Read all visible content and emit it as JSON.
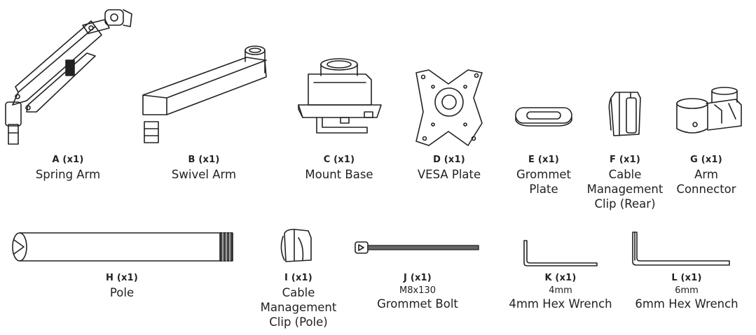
{
  "parts": [
    {
      "id": "A",
      "code": "A (x1)",
      "name": "Spring Arm",
      "icon": "spring-arm-icon"
    },
    {
      "id": "B",
      "code": "B (x1)",
      "name": "Swivel Arm",
      "icon": "swivel-arm-icon"
    },
    {
      "id": "C",
      "code": "C (x1)",
      "name": "Mount Base",
      "icon": "mount-base-icon"
    },
    {
      "id": "D",
      "code": "D (x1)",
      "name": "VESA Plate",
      "icon": "vesa-plate-icon"
    },
    {
      "id": "E",
      "code": "E (x1)",
      "name": "Grommet\nPlate",
      "icon": "grommet-plate-icon"
    },
    {
      "id": "F",
      "code": "F (x1)",
      "name": "Cable\nManagement\nClip (Rear)",
      "icon": "cable-clip-rear-icon"
    },
    {
      "id": "G",
      "code": "G (x1)",
      "name": "Arm\nConnector",
      "icon": "arm-connector-icon"
    },
    {
      "id": "H",
      "code": "H (x1)",
      "name": "Pole",
      "icon": "pole-icon"
    },
    {
      "id": "I",
      "code": "I (x1)",
      "name": "Cable\nManagement\nClip (Pole)",
      "icon": "cable-clip-pole-icon"
    },
    {
      "id": "J",
      "code": "J (x1)",
      "spec": "M8x130",
      "name": "Grommet Bolt",
      "icon": "grommet-bolt-icon"
    },
    {
      "id": "K",
      "code": "K (x1)",
      "spec": "4mm",
      "name": "4mm Hex Wrench",
      "icon": "hex-wrench-4mm-icon"
    },
    {
      "id": "L",
      "code": "L (x1)",
      "spec": "6mm",
      "name": "6mm Hex Wrench",
      "icon": "hex-wrench-6mm-icon"
    }
  ]
}
